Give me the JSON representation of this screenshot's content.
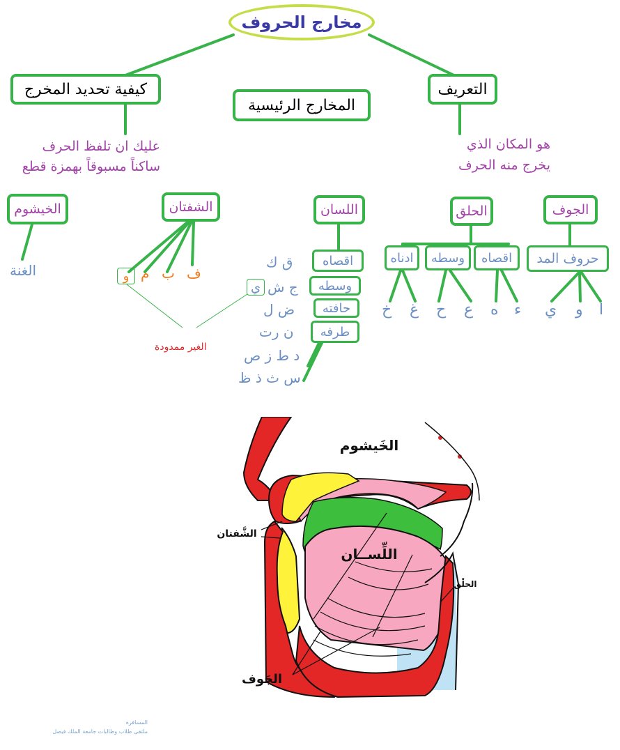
{
  "title": "مخارج الحروف",
  "headers": {
    "how": "كيفية تحديد المخرج",
    "main": "المخارج الرئيسية",
    "definition": "التعريف"
  },
  "how_text": {
    "line1": "عليك ان تلفظ الحرف",
    "line2": "ساكناً مسبوقاً بهمزة قطع"
  },
  "definition_text": {
    "line1": "هو المكان الذي",
    "line2": "يخرج منه الحرف"
  },
  "categories": {
    "khayshum": "الخيشوم",
    "shafatan": "الشفتان",
    "lisan": "اللسان",
    "halq": "الحلق",
    "jawf": "الجوف"
  },
  "khayshum_item": "الغنة",
  "shafatan_letters": {
    "f": "ف",
    "b": "ب",
    "m": "م",
    "w": "و"
  },
  "lisan_parts": {
    "aqsa": {
      "label": "اقصاه",
      "letters": "ق ك"
    },
    "wasat": {
      "label": "وسطه",
      "letters": "ج ش",
      "boxed": "ي"
    },
    "hafa": {
      "label": "حافته",
      "letters": "ض ل"
    },
    "taraf": {
      "label": "طرفه",
      "letters": "ن رت",
      "more1": "د ط ز ص",
      "more2": "س ث ذ ظ"
    }
  },
  "non_mad_label": "الغير ممدودة",
  "halq_parts": {
    "adna": {
      "label": "ادناه",
      "letters": [
        "غ",
        "خ"
      ]
    },
    "wasat": {
      "label": "وسطه",
      "letters": [
        "ح",
        "ع"
      ]
    },
    "aqsa": {
      "label": "اقصاه",
      "letters": [
        "ء",
        "ه"
      ]
    }
  },
  "jawf_part": {
    "label": "حروف المد",
    "letters": [
      "ا",
      "و",
      "ي"
    ]
  },
  "figure_labels": {
    "khayshum": "الخَيشوم",
    "shafatan": "الشَّفتان",
    "lisan": "اللِّســان",
    "halq": "الحلْق",
    "jawf": "الجَوف"
  },
  "credit": {
    "line1": "المسافرة",
    "line2": "ملتقى طلاب وطالبات جامعة الملك فيصل"
  },
  "colors": {
    "green": "#37b34a",
    "purple": "#a342a8",
    "blue": "#6b8fc4",
    "orange": "#f07a1a",
    "red": "#e32626",
    "title": "#3a3aa6"
  }
}
